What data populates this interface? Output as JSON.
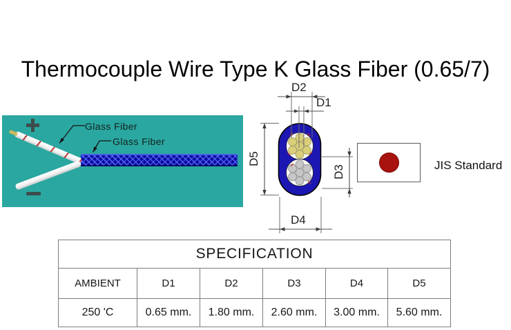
{
  "title": "Thermocouple Wire Type K Glass Fiber (0.65/7)",
  "photo": {
    "label_top": "Glass Fiber",
    "label_bottom": "Glass Fiber",
    "polarity_positive": "+",
    "polarity_negative": "−"
  },
  "diagram": {
    "d1": "D1",
    "d2": "D2",
    "d3": "D3",
    "d4": "D4",
    "d5": "D5"
  },
  "standard": {
    "label": "JIS Standard",
    "flag_icon": "japan-flag-icon"
  },
  "table": {
    "title": "SPECIFICATION",
    "headers": [
      "AMBIENT",
      "D1",
      "D2",
      "D3",
      "D4",
      "D5"
    ],
    "rows": [
      [
        "250 'C",
        "0.65 mm.",
        "1.80 mm.",
        "2.60 mm.",
        "3.00 mm.",
        "5.60 mm."
      ]
    ]
  },
  "colors": {
    "panel_teal": "#2aa7a0",
    "cable_navy": "#0c0c9b",
    "sheath_blue": "#1c17b2",
    "strand_yellow": "#d9cf7b",
    "strand_gray": "#c6c6c6",
    "flag_red": "#a8130f"
  }
}
